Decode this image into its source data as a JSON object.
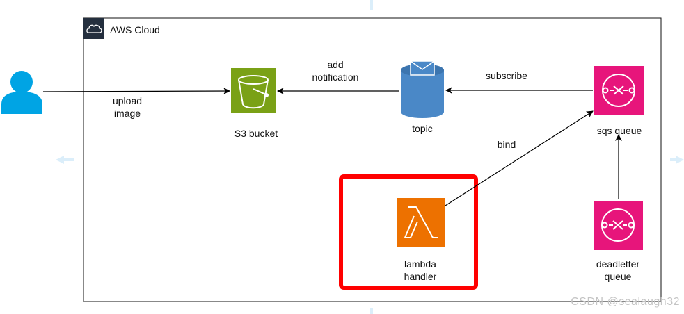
{
  "container": {
    "title": "AWS Cloud"
  },
  "nodes": {
    "user": {
      "icon": "user-icon",
      "color": "#00A4E4"
    },
    "s3": {
      "label": "S3 bucket",
      "icon": "s3-bucket-icon",
      "color": "#7AA116"
    },
    "topic": {
      "label": "topic",
      "icon": "sns-topic-icon",
      "color": "#4A88C7"
    },
    "sqs": {
      "label": "sqs queue",
      "icon": "sqs-queue-icon",
      "color": "#E7157B"
    },
    "lambda": {
      "label": "lambda\nhandler",
      "icon": "lambda-icon",
      "color": "#ED7100"
    },
    "deadletter": {
      "label": "deadletter\nqueue",
      "icon": "sqs-queue-icon",
      "color": "#E7157B"
    }
  },
  "edges": {
    "upload": {
      "label": "upload\nimage"
    },
    "notify": {
      "label": "add\nnotification"
    },
    "subscribe": {
      "label": "subscribe"
    },
    "bind": {
      "label": "bind"
    }
  },
  "highlight": {
    "color": "#FF0000"
  },
  "watermark": "CSDN @sealaugh32"
}
